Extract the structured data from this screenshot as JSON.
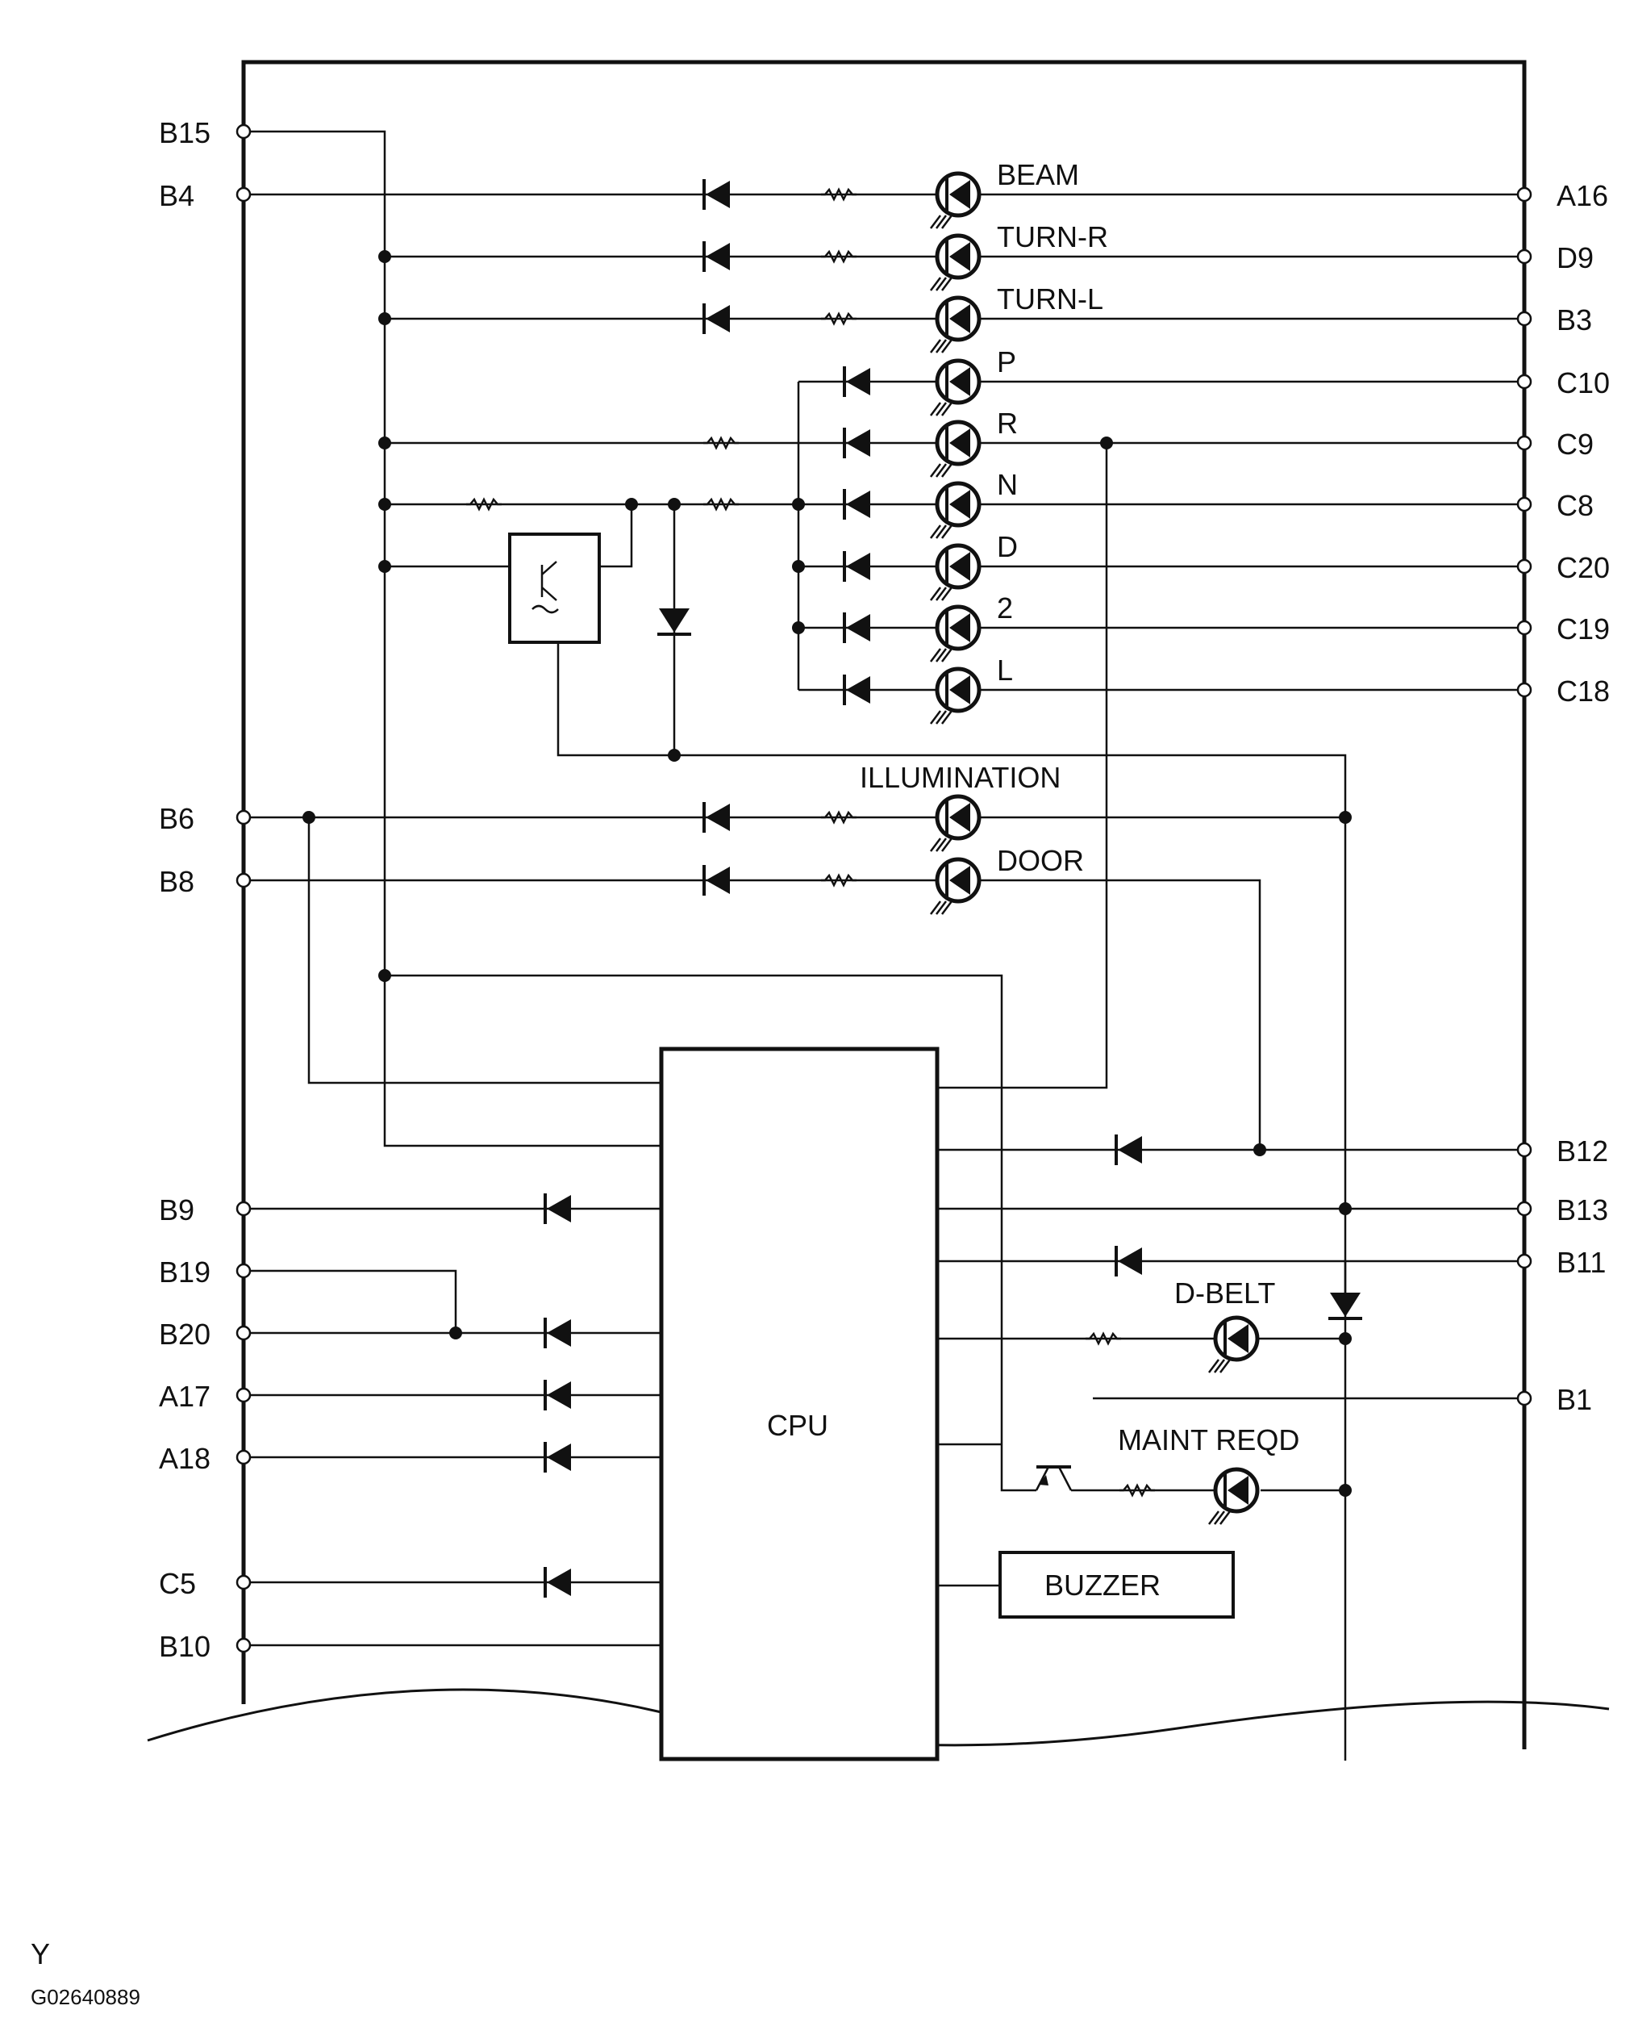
{
  "left_terminals": [
    "B15",
    "B4",
    "B6",
    "B8",
    "B9",
    "B19",
    "B20",
    "A17",
    "A18",
    "C5",
    "B10"
  ],
  "right_terminals": [
    "A16",
    "D9",
    "B3",
    "C10",
    "C9",
    "C8",
    "C20",
    "C19",
    "C18",
    "B12",
    "B13",
    "B11",
    "B1"
  ],
  "indicator_labels": [
    "BEAM",
    "TURN-R",
    "TURN-L",
    "P",
    "R",
    "N",
    "D",
    "2",
    "L",
    "ILLUMINATION",
    "DOOR",
    "D-BELT",
    "MAINT REQD"
  ],
  "cpu_label": "CPU",
  "buzzer_label": "BUZZER",
  "corner_mark": "Y",
  "figure_code": "G02640889"
}
